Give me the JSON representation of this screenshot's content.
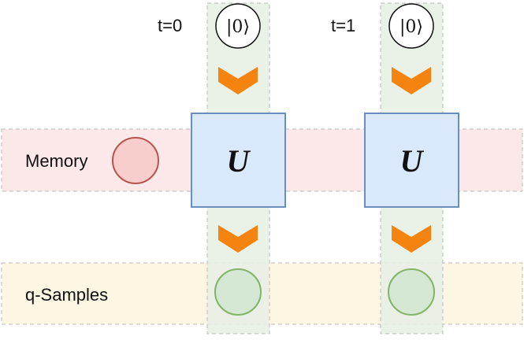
{
  "rows": {
    "memory": {
      "label": "Memory"
    },
    "samples": {
      "label": "q-Samples"
    }
  },
  "steps": [
    {
      "time_label": "t=0",
      "input_state": "|0⟩",
      "gate_label": "U"
    },
    {
      "time_label": "t=1",
      "input_state": "|0⟩",
      "gate_label": "U"
    }
  ],
  "colors": {
    "memory_band": "#fce8e8",
    "memory_node_fill": "#f8cecc",
    "memory_node_stroke": "#b85450",
    "samples_band": "#fdf6e3",
    "column_band": "#e8f0e4",
    "gate_fill": "#dae8fc",
    "gate_stroke": "#6c8ebf",
    "arrow": "#f5830f",
    "sample_fill": "#d5e8d4",
    "sample_stroke": "#82b366",
    "dash": "#b8b8b8"
  }
}
